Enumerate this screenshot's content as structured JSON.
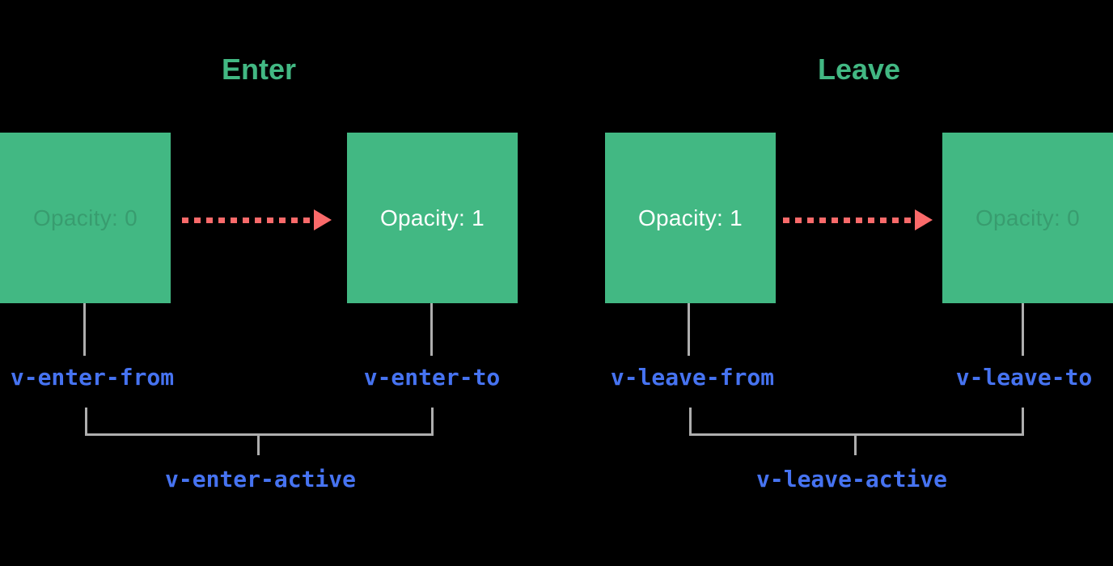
{
  "colors": {
    "background": "#000000",
    "green": "#42b883",
    "red": "#fa6a6a",
    "blue": "#4673f1",
    "gray_line": "#aeaeae",
    "white": "#ffffff",
    "faded_text": "rgba(0,0,0,0.15)"
  },
  "enter": {
    "title": "Enter",
    "from_box_label": "Opacity: 0",
    "to_box_label": "Opacity: 1",
    "from_class": "v-enter-from",
    "to_class": "v-enter-to",
    "active_class": "v-enter-active"
  },
  "leave": {
    "title": "Leave",
    "from_box_label": "Opacity: 1",
    "to_box_label": "Opacity: 0",
    "from_class": "v-leave-from",
    "to_class": "v-leave-to",
    "active_class": "v-leave-active"
  }
}
